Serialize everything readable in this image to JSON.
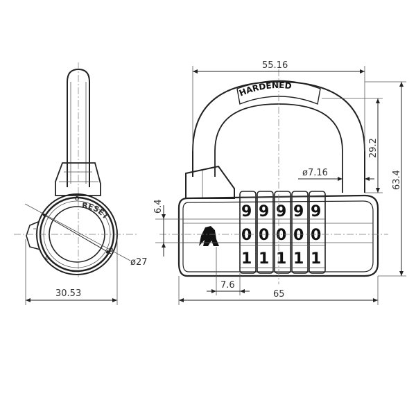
{
  "dimensions": {
    "shackle_width": "55.16",
    "shackle_diameter": "ø7.16",
    "shackle_clearance": "29.2",
    "total_height": "63.4",
    "wheel_offset": "6.4",
    "side_width": "30.53",
    "body_diameter": "ø27",
    "left_offset": "7.6",
    "body_width": "65"
  },
  "labels": {
    "shackle_stamp": "HARDENED",
    "reset_label": "RESET"
  },
  "wheels": {
    "top_row": [
      "9",
      "9",
      "9",
      "9",
      "9"
    ],
    "middle_row": [
      "0",
      "0",
      "0",
      "0",
      "0"
    ],
    "bottom_row": [
      "1",
      "1",
      "1",
      "1",
      "1"
    ]
  }
}
